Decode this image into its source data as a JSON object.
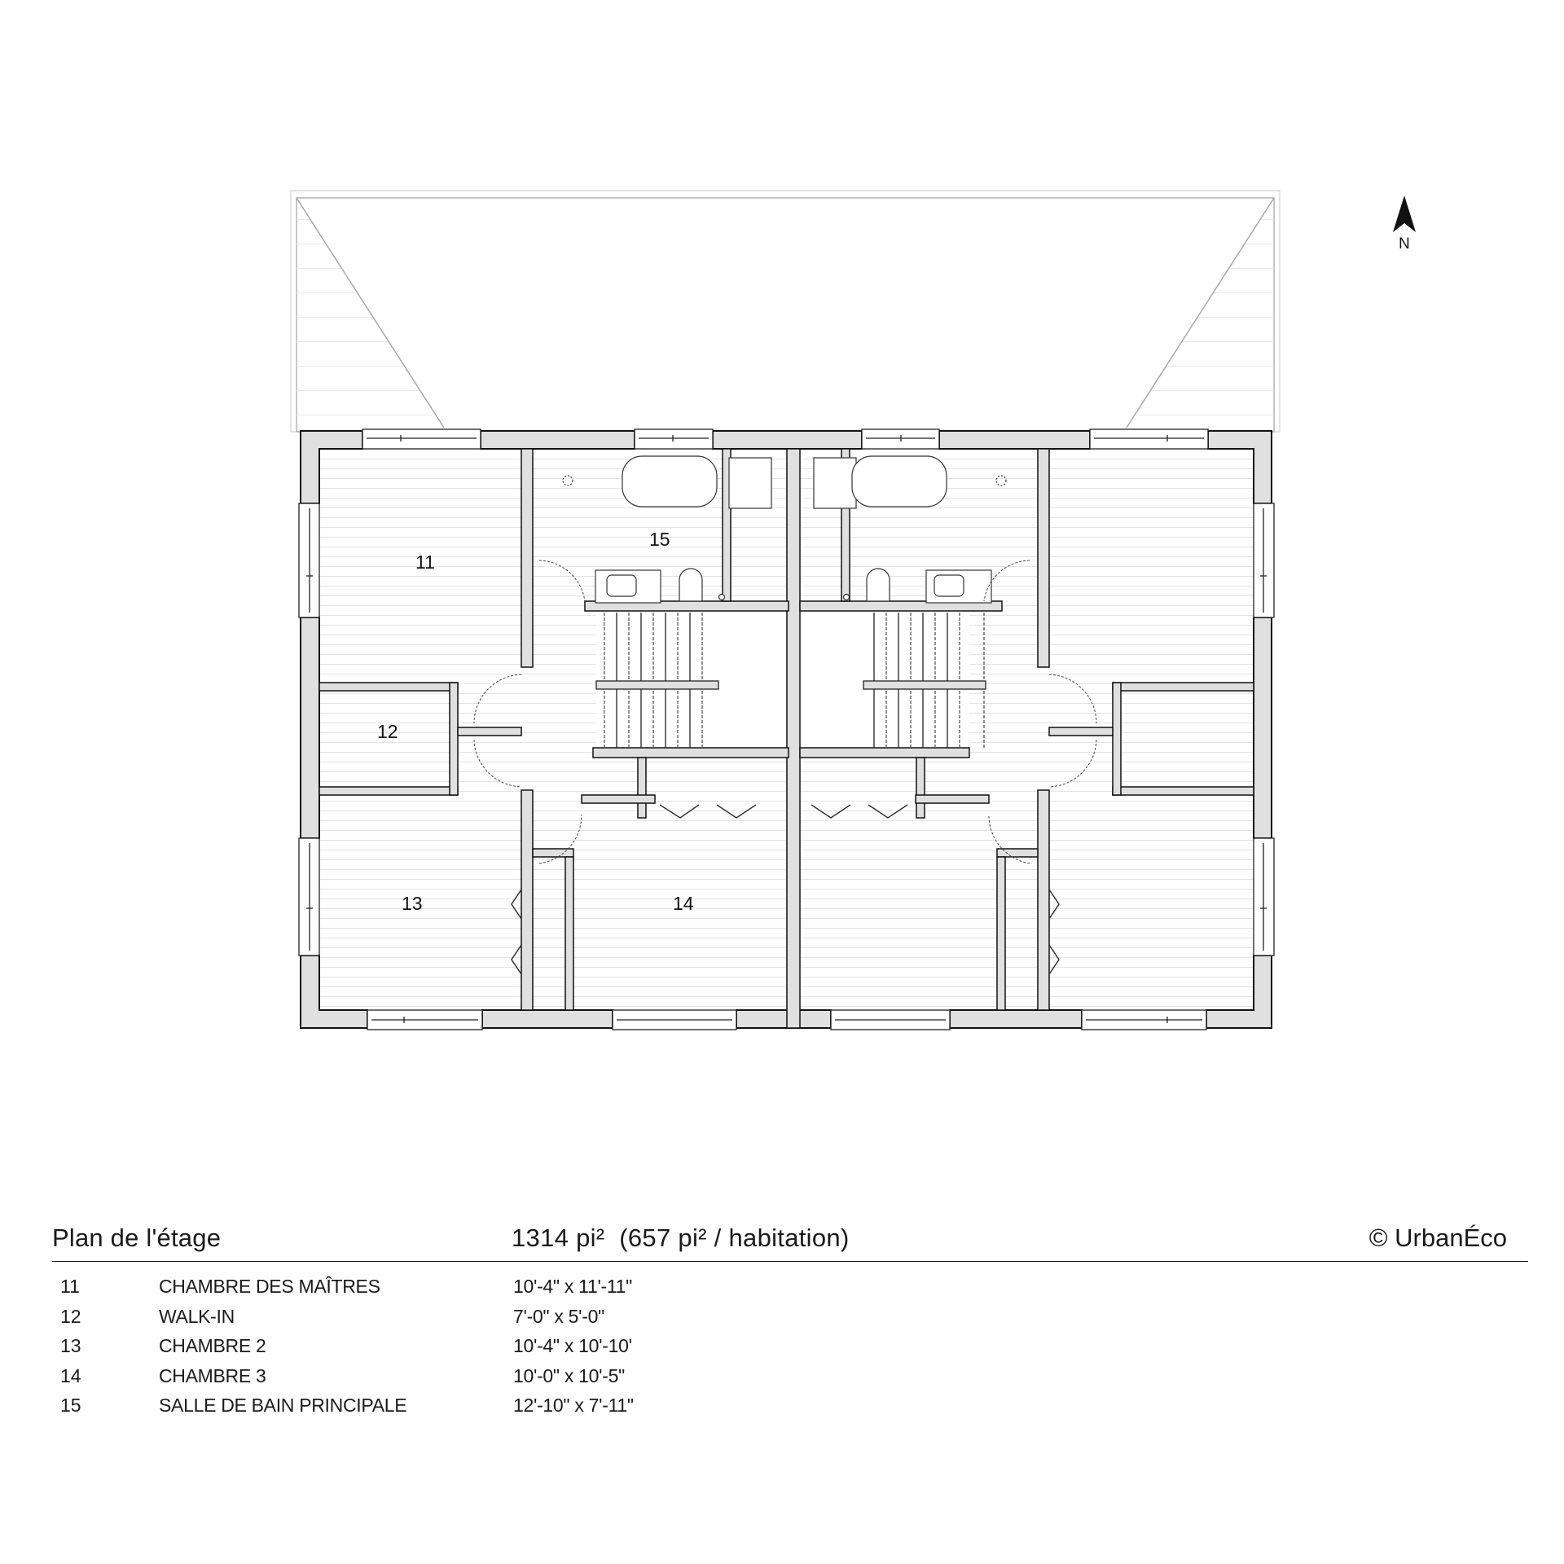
{
  "drawing": {
    "title": "Plan de l'étage",
    "area": "1314 pi²  (657 pi² / habitation)",
    "copyright": "© UrbanÉco",
    "north_label": "N",
    "colors": {
      "wall_fill": "#e0e0e0",
      "wall_stroke": "#111111",
      "floor_line": "#e6e6e6",
      "roof_line": "#aaaaaa",
      "text": "#1a1a1a"
    }
  },
  "rooms_on_plan": [
    {
      "id": "11",
      "label": "11"
    },
    {
      "id": "12",
      "label": "12"
    },
    {
      "id": "13",
      "label": "13"
    },
    {
      "id": "14",
      "label": "14"
    },
    {
      "id": "15",
      "label": "15"
    }
  ],
  "legend": {
    "rows": [
      {
        "num": "11",
        "name": "CHAMBRE DES MAÎTRES",
        "dims": "10'-4\" x 11'-11\""
      },
      {
        "num": "12",
        "name": "WALK-IN",
        "dims": "7'-0\" x 5'-0\""
      },
      {
        "num": "13",
        "name": "CHAMBRE 2",
        "dims": "10'-4\" x 10'-10'"
      },
      {
        "num": "14",
        "name": "CHAMBRE 3",
        "dims": "10'-0\" x 10'-5\""
      },
      {
        "num": "15",
        "name": "SALLE DE BAIN PRINCIPALE",
        "dims": "12'-10\" x 7'-11\""
      }
    ]
  }
}
